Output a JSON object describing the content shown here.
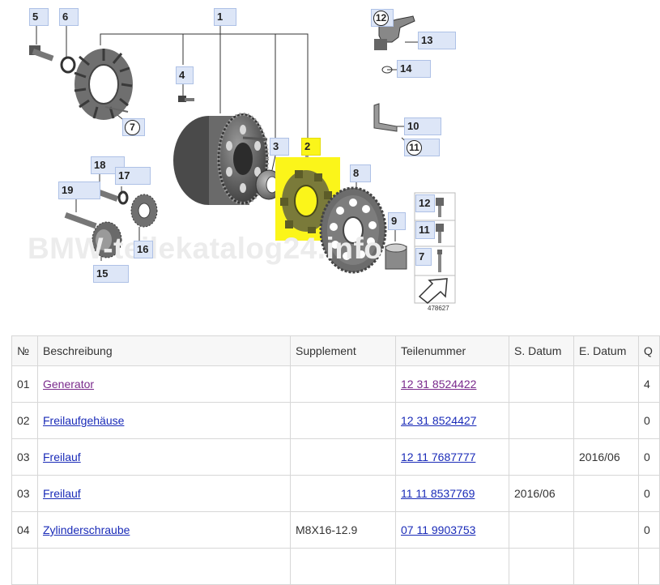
{
  "diagram": {
    "watermark": "BMW-teilekatalog24.info",
    "image_number": "478627",
    "selected_part": "2",
    "callouts": [
      "1",
      "2",
      "3",
      "4",
      "5",
      "6",
      "7",
      "8",
      "9",
      "10",
      "11",
      "12",
      "13",
      "14",
      "15",
      "16",
      "17",
      "18",
      "19"
    ],
    "side_labels": [
      "12",
      "11",
      "7"
    ],
    "colors": {
      "highlight": "#fbf51a",
      "callout_bg": "#dde6f7",
      "link": "#1a2bb8",
      "visited_link": "#7a2a8c"
    }
  },
  "table": {
    "headers": [
      "№",
      "Beschreibung",
      "Supplement",
      "Teilenummer",
      "S. Datum",
      "E. Datum",
      "Q"
    ],
    "rows": [
      {
        "no": "01",
        "desc": "Generator",
        "supp": "",
        "part": "12 31 8524422",
        "sdate": "",
        "edate": "",
        "qty": "4"
      },
      {
        "no": "02",
        "desc": "Freilaufgehäuse",
        "supp": "",
        "part": "12 31 8524427",
        "sdate": "",
        "edate": "",
        "qty": "0"
      },
      {
        "no": "03",
        "desc": "Freilauf",
        "supp": "",
        "part": "12 11 7687777",
        "sdate": "",
        "edate": "2016/06",
        "qty": "0"
      },
      {
        "no": "03",
        "desc": "Freilauf",
        "supp": "",
        "part": "11 11 8537769",
        "sdate": "2016/06",
        "edate": "",
        "qty": "0"
      },
      {
        "no": "04",
        "desc": "Zylinderschraube",
        "supp": "M8X16-12.9",
        "part": "07 11 9903753",
        "sdate": "",
        "edate": "",
        "qty": "0"
      },
      {
        "no": "",
        "desc": "",
        "supp": "",
        "part": "",
        "sdate": "",
        "edate": "",
        "qty": ""
      }
    ]
  }
}
